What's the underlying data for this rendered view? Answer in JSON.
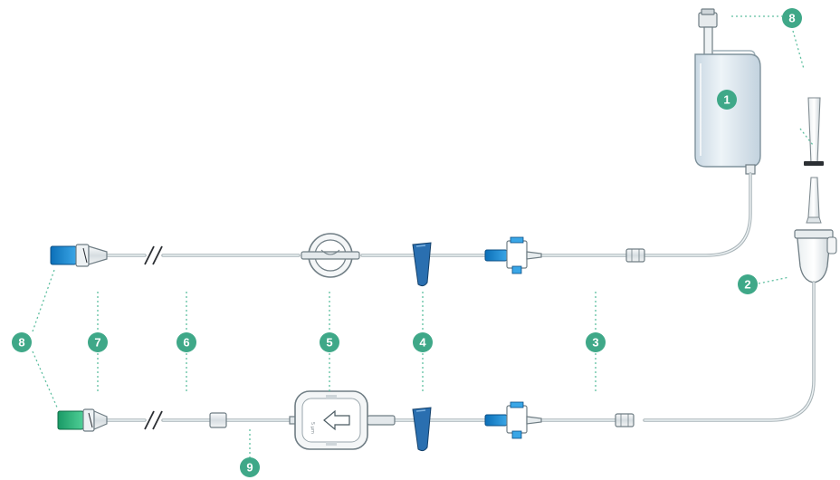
{
  "labels": {
    "bag": "1",
    "spike": "2",
    "tube_segment": "3",
    "roller_clamp": "4",
    "filter": "5",
    "line": "6",
    "connector": "7",
    "caps_top": "8",
    "caps_left": "8",
    "stopcock": "9"
  },
  "device_text": {
    "filter_print": "5 μm"
  },
  "colors": {
    "badge": "#3fa888",
    "clamp": "#2a6fb0",
    "luer_blue": "#1e8fd6",
    "luer_green": "#2bb57a",
    "tubing": "#a9b4b8",
    "bag_fill": "#dbe7ef"
  },
  "icons": {
    "filter_arrow": "arrow-left-icon",
    "break_mark": "double-slash-icon"
  }
}
